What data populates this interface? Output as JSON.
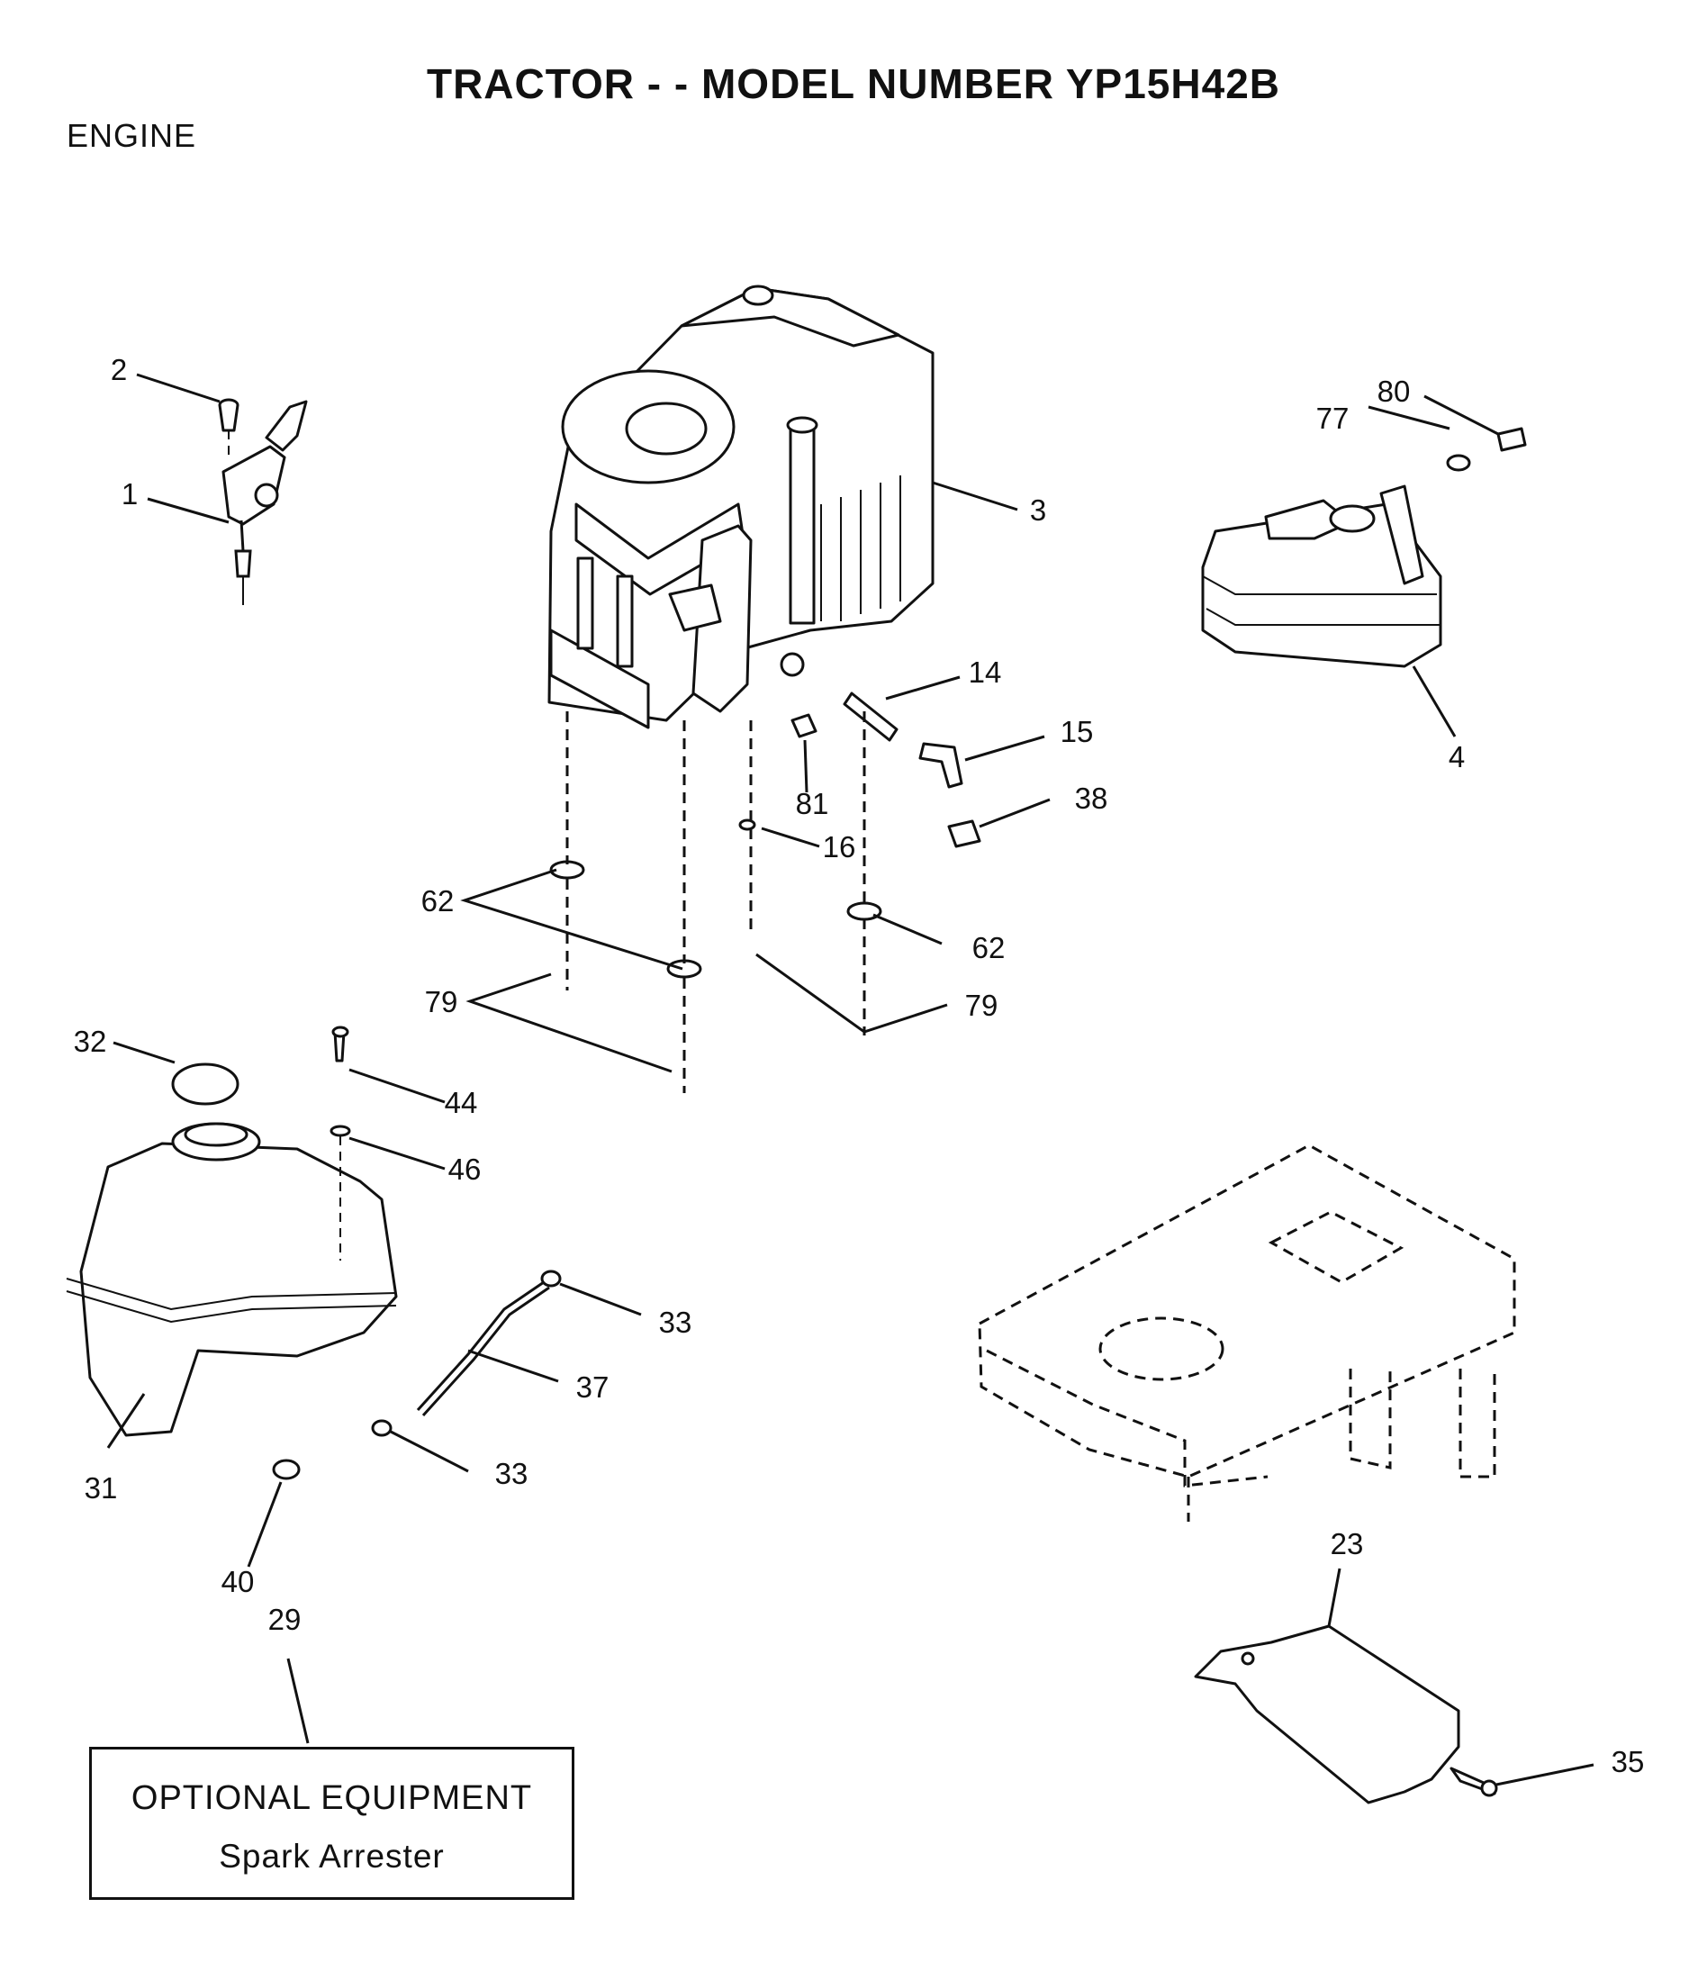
{
  "header": {
    "title": "TRACTOR - - MODEL NUMBER YP15H42B",
    "section": "ENGINE"
  },
  "callouts": [
    "1",
    "2",
    "3",
    "4",
    "14",
    "15",
    "16",
    "23",
    "29",
    "31",
    "32",
    "33",
    "33",
    "35",
    "37",
    "38",
    "40",
    "44",
    "46",
    "62",
    "62",
    "77",
    "79",
    "79",
    "80",
    "81"
  ],
  "optional_box": {
    "title": "OPTIONAL EQUIPMENT",
    "item": "Spark Arrester"
  }
}
